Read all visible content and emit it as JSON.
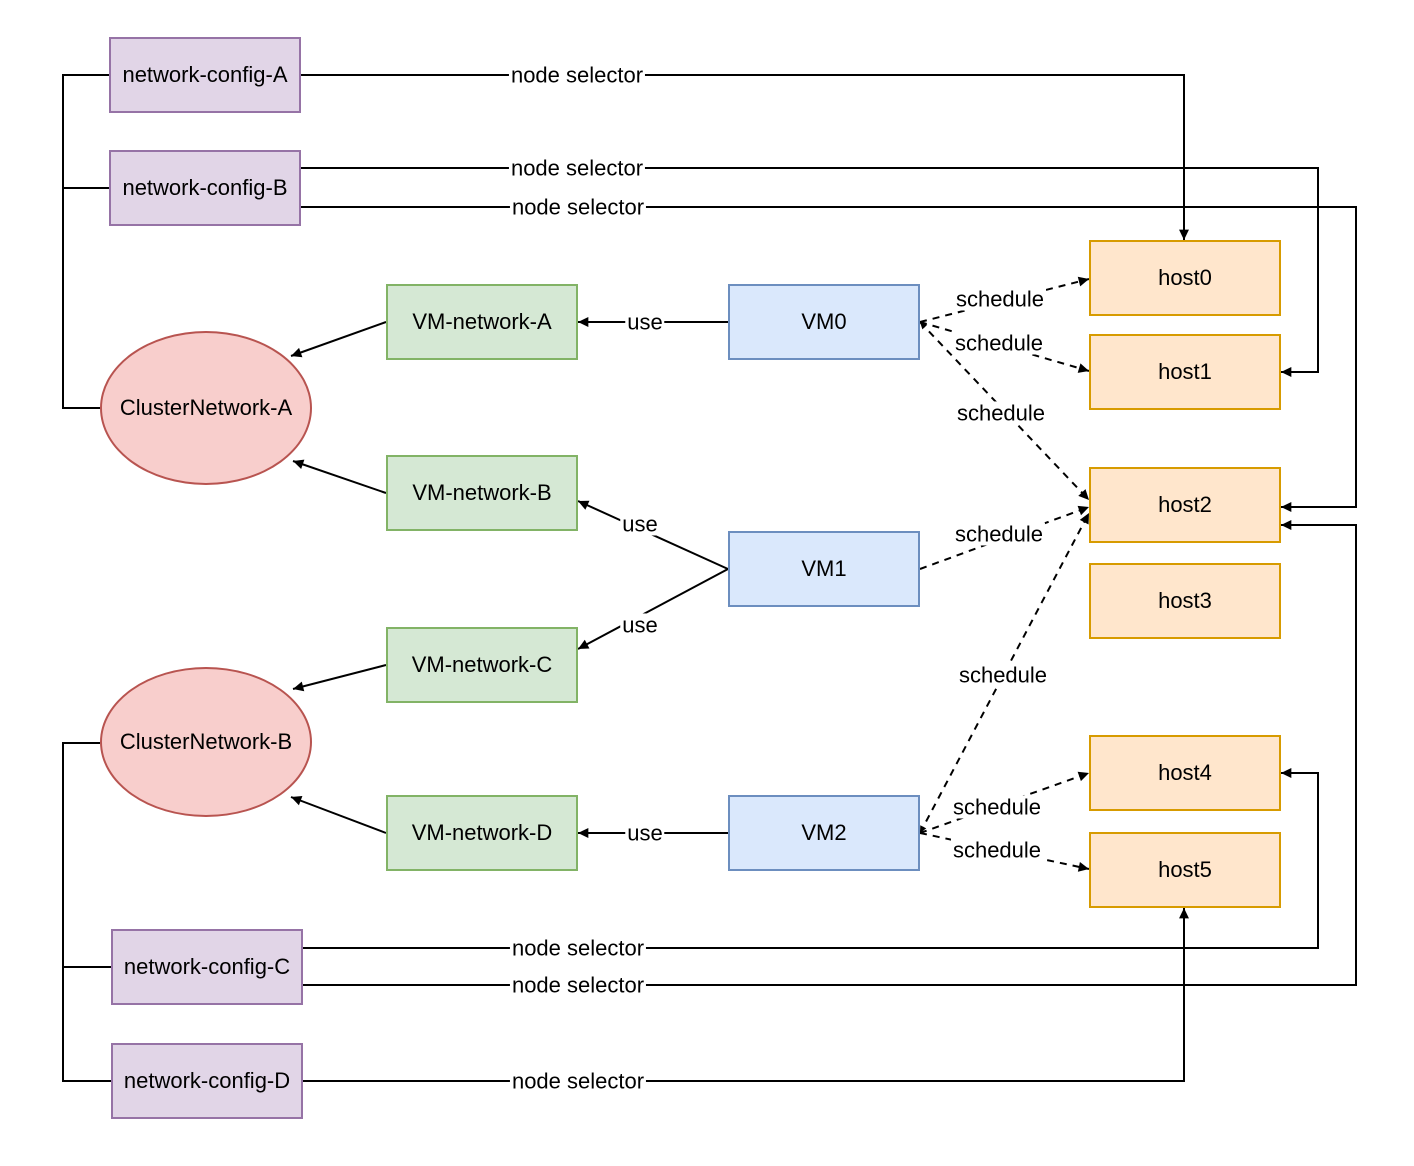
{
  "diagram": {
    "title": "VM / cluster network scheduling diagram",
    "palette": {
      "network_config_fill": "#E1D5E7",
      "network_config_stroke": "#9673A6",
      "cluster_network_fill": "#F8CECC",
      "cluster_network_stroke": "#B85450",
      "vm_network_fill": "#D5E8D4",
      "vm_network_stroke": "#82B366",
      "vm_fill": "#DAE8FC",
      "vm_stroke": "#6C8EBF",
      "host_fill": "#FFE6CC",
      "host_stroke": "#D79B00",
      "edge_color": "#000000"
    },
    "nodes": {
      "ncA": {
        "label": "network-config-A",
        "type": "network-config",
        "shape": "rect"
      },
      "ncB": {
        "label": "network-config-B",
        "type": "network-config",
        "shape": "rect"
      },
      "ncC": {
        "label": "network-config-C",
        "type": "network-config",
        "shape": "rect"
      },
      "ncD": {
        "label": "network-config-D",
        "type": "network-config",
        "shape": "rect"
      },
      "cnA": {
        "label": "ClusterNetwork-A",
        "type": "cluster-network",
        "shape": "ellipse"
      },
      "cnB": {
        "label": "ClusterNetwork-B",
        "type": "cluster-network",
        "shape": "ellipse"
      },
      "vmnA": {
        "label": "VM-network-A",
        "type": "vm-network",
        "shape": "rect"
      },
      "vmnB": {
        "label": "VM-network-B",
        "type": "vm-network",
        "shape": "rect"
      },
      "vmnC": {
        "label": "VM-network-C",
        "type": "vm-network",
        "shape": "rect"
      },
      "vmnD": {
        "label": "VM-network-D",
        "type": "vm-network",
        "shape": "rect"
      },
      "vm0": {
        "label": "VM0",
        "type": "vm",
        "shape": "rect"
      },
      "vm1": {
        "label": "VM1",
        "type": "vm",
        "shape": "rect"
      },
      "vm2": {
        "label": "VM2",
        "type": "vm",
        "shape": "rect"
      },
      "host0": {
        "label": "host0",
        "type": "host",
        "shape": "rect"
      },
      "host1": {
        "label": "host1",
        "type": "host",
        "shape": "rect"
      },
      "host2": {
        "label": "host2",
        "type": "host",
        "shape": "rect"
      },
      "host3": {
        "label": "host3",
        "type": "host",
        "shape": "rect"
      },
      "host4": {
        "label": "host4",
        "type": "host",
        "shape": "rect"
      },
      "host5": {
        "label": "host5",
        "type": "host",
        "shape": "rect"
      }
    },
    "edges": [
      {
        "from": "network-config-A",
        "to": "host0",
        "label": "node selector",
        "style": "solid",
        "arrow": "target"
      },
      {
        "from": "network-config-B",
        "to": "host1",
        "label": "node selector",
        "style": "solid",
        "arrow": "target"
      },
      {
        "from": "network-config-B",
        "to": "host2",
        "label": "node selector",
        "style": "solid",
        "arrow": "target"
      },
      {
        "from": "network-config-C",
        "to": "host4",
        "label": "node selector",
        "style": "solid",
        "arrow": "target"
      },
      {
        "from": "network-config-C",
        "to": "host2",
        "label": "node selector",
        "style": "solid",
        "arrow": "target"
      },
      {
        "from": "network-config-D",
        "to": "host5",
        "label": "node selector",
        "style": "solid",
        "arrow": "target"
      },
      {
        "from": "VM0",
        "to": "VM-network-A",
        "label": "use",
        "style": "solid",
        "arrow": "target"
      },
      {
        "from": "VM1",
        "to": "VM-network-B",
        "label": "use",
        "style": "solid",
        "arrow": "target"
      },
      {
        "from": "VM1",
        "to": "VM-network-C",
        "label": "use",
        "style": "solid",
        "arrow": "target"
      },
      {
        "from": "VM2",
        "to": "VM-network-D",
        "label": "use",
        "style": "solid",
        "arrow": "target"
      },
      {
        "from": "VM0",
        "to": "host0",
        "label": "schedule",
        "style": "dashed",
        "arrow": "target"
      },
      {
        "from": "VM0",
        "to": "host1",
        "label": "schedule",
        "style": "dashed",
        "arrow": "target"
      },
      {
        "from": "VM0",
        "to": "host2",
        "label": "schedule",
        "style": "dashed",
        "arrow": "both"
      },
      {
        "from": "VM1",
        "to": "host2",
        "label": "schedule",
        "style": "dashed",
        "arrow": "target"
      },
      {
        "from": "VM2",
        "to": "host2",
        "label": "schedule",
        "style": "dashed",
        "arrow": "both"
      },
      {
        "from": "VM2",
        "to": "host4",
        "label": "schedule",
        "style": "dashed",
        "arrow": "target"
      },
      {
        "from": "VM2",
        "to": "host5",
        "label": "schedule",
        "style": "dashed",
        "arrow": "target"
      },
      {
        "from": "network-config-A",
        "to": "ClusterNetwork-A",
        "label": "",
        "style": "solid",
        "arrow": "none"
      },
      {
        "from": "network-config-B",
        "to": "ClusterNetwork-A",
        "label": "",
        "style": "solid",
        "arrow": "none"
      },
      {
        "from": "network-config-C",
        "to": "ClusterNetwork-B",
        "label": "",
        "style": "solid",
        "arrow": "none"
      },
      {
        "from": "network-config-D",
        "to": "ClusterNetwork-B",
        "label": "",
        "style": "solid",
        "arrow": "none"
      },
      {
        "from": "VM-network-A",
        "to": "ClusterNetwork-A",
        "label": "",
        "style": "solid",
        "arrow": "target"
      },
      {
        "from": "VM-network-B",
        "to": "ClusterNetwork-A",
        "label": "",
        "style": "solid",
        "arrow": "target"
      },
      {
        "from": "VM-network-C",
        "to": "ClusterNetwork-B",
        "label": "",
        "style": "solid",
        "arrow": "target"
      },
      {
        "from": "VM-network-D",
        "to": "ClusterNetwork-B",
        "label": "",
        "style": "solid",
        "arrow": "target"
      }
    ]
  }
}
